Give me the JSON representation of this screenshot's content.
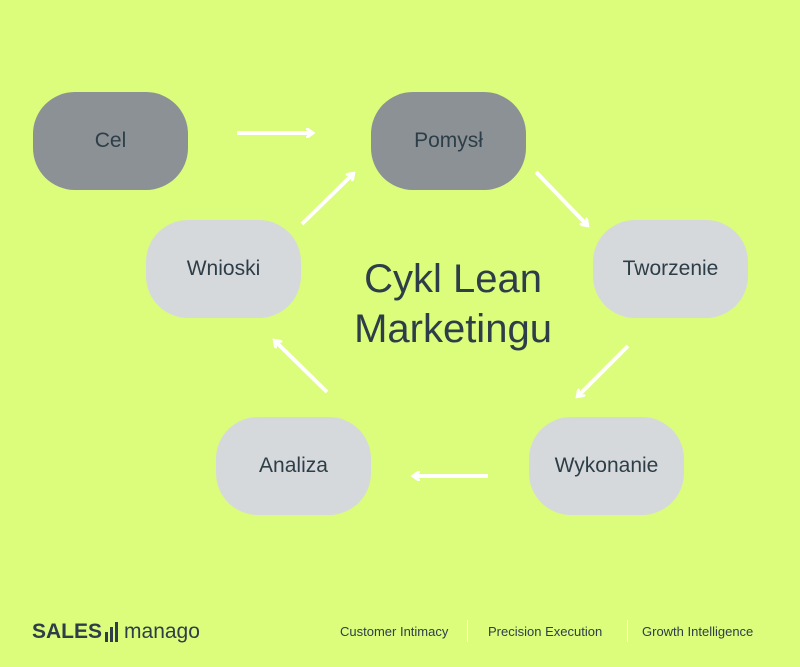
{
  "diagram": {
    "title_line1": "Cykl Lean",
    "title_line2": "Marketingu",
    "nodes": {
      "cel": "Cel",
      "pomysl": "Pomysł",
      "tworzenie": "Tworzenie",
      "wykonanie": "Wykonanie",
      "analiza": "Analiza",
      "wnioski": "Wnioski"
    },
    "colors": {
      "background": "#dcfc7c",
      "node_dark": "#8b9195",
      "node_light": "#d6d9db",
      "text": "#2d3e48",
      "arrow": "#ffffff"
    }
  },
  "footer": {
    "logo_sales": "SALES",
    "logo_manago": "manago",
    "taglines": [
      "Customer Intimacy",
      "Precision Execution",
      "Growth Intelligence"
    ]
  }
}
